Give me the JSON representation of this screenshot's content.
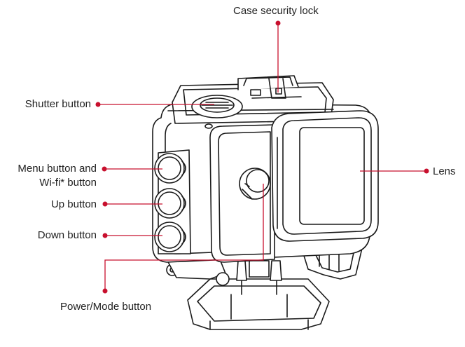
{
  "diagram": {
    "labels": {
      "case_lock": "Case security lock",
      "shutter": "Shutter button",
      "menu_line1": "Menu button and",
      "menu_line2": "Wi-fi* button",
      "up": "Up button",
      "down": "Down button",
      "power": "Power/Mode button",
      "lens": "Lens"
    },
    "colors": {
      "leader": "#c8102e",
      "outline": "#1a1a1a",
      "text": "#222222"
    }
  }
}
